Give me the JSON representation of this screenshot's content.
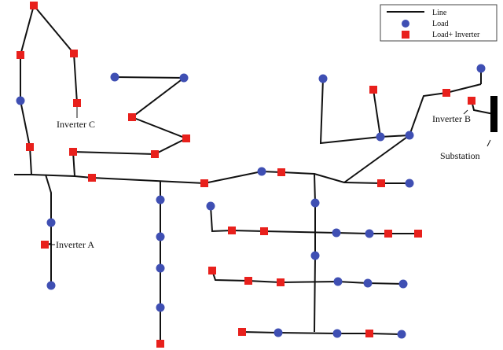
{
  "legend": {
    "line_label": "Line",
    "load_label": "Load",
    "inverter_label": "Load+ Inverter"
  },
  "labels": {
    "inverter_a": "Inverter A",
    "inverter_b": "Inverter B",
    "inverter_c": "Inverter C",
    "substation": "Substation"
  },
  "colors": {
    "line": "#111111",
    "load": "#3f4fb3",
    "inverter": "#e8201c",
    "substation": "#000000"
  }
}
